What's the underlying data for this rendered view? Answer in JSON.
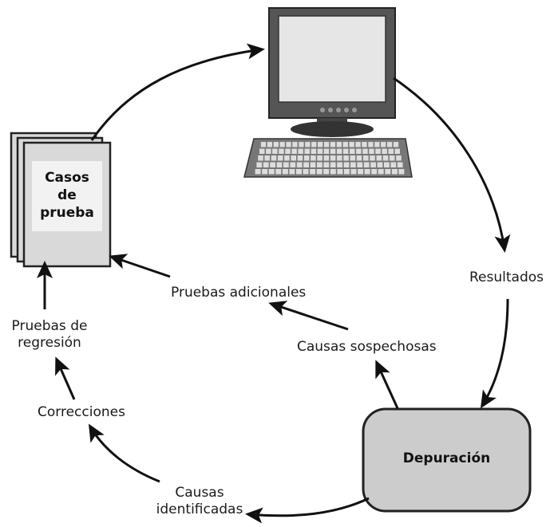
{
  "nodes": {
    "test_cases": {
      "line1": "Casos",
      "line2": "de",
      "line3": "prueba"
    },
    "debugging": {
      "label": "Depuración"
    }
  },
  "labels": {
    "results": "Resultados",
    "additional_tests": "Pruebas adicionales",
    "suspected_causes": "Causas sospechosas",
    "regression_tests_1": "Pruebas de",
    "regression_tests_2": "regresión",
    "corrections": "Correcciones",
    "identified_causes_1": "Causas",
    "identified_causes_2": "identificadas"
  },
  "icons": {
    "computer": "desktop-computer-icon",
    "documents": "document-stack-icon"
  },
  "colors": {
    "document_fill": "#d9d9d9",
    "box_fill": "#cccccc",
    "monitor_body": "#555555",
    "screen": "#e6e6e6"
  }
}
